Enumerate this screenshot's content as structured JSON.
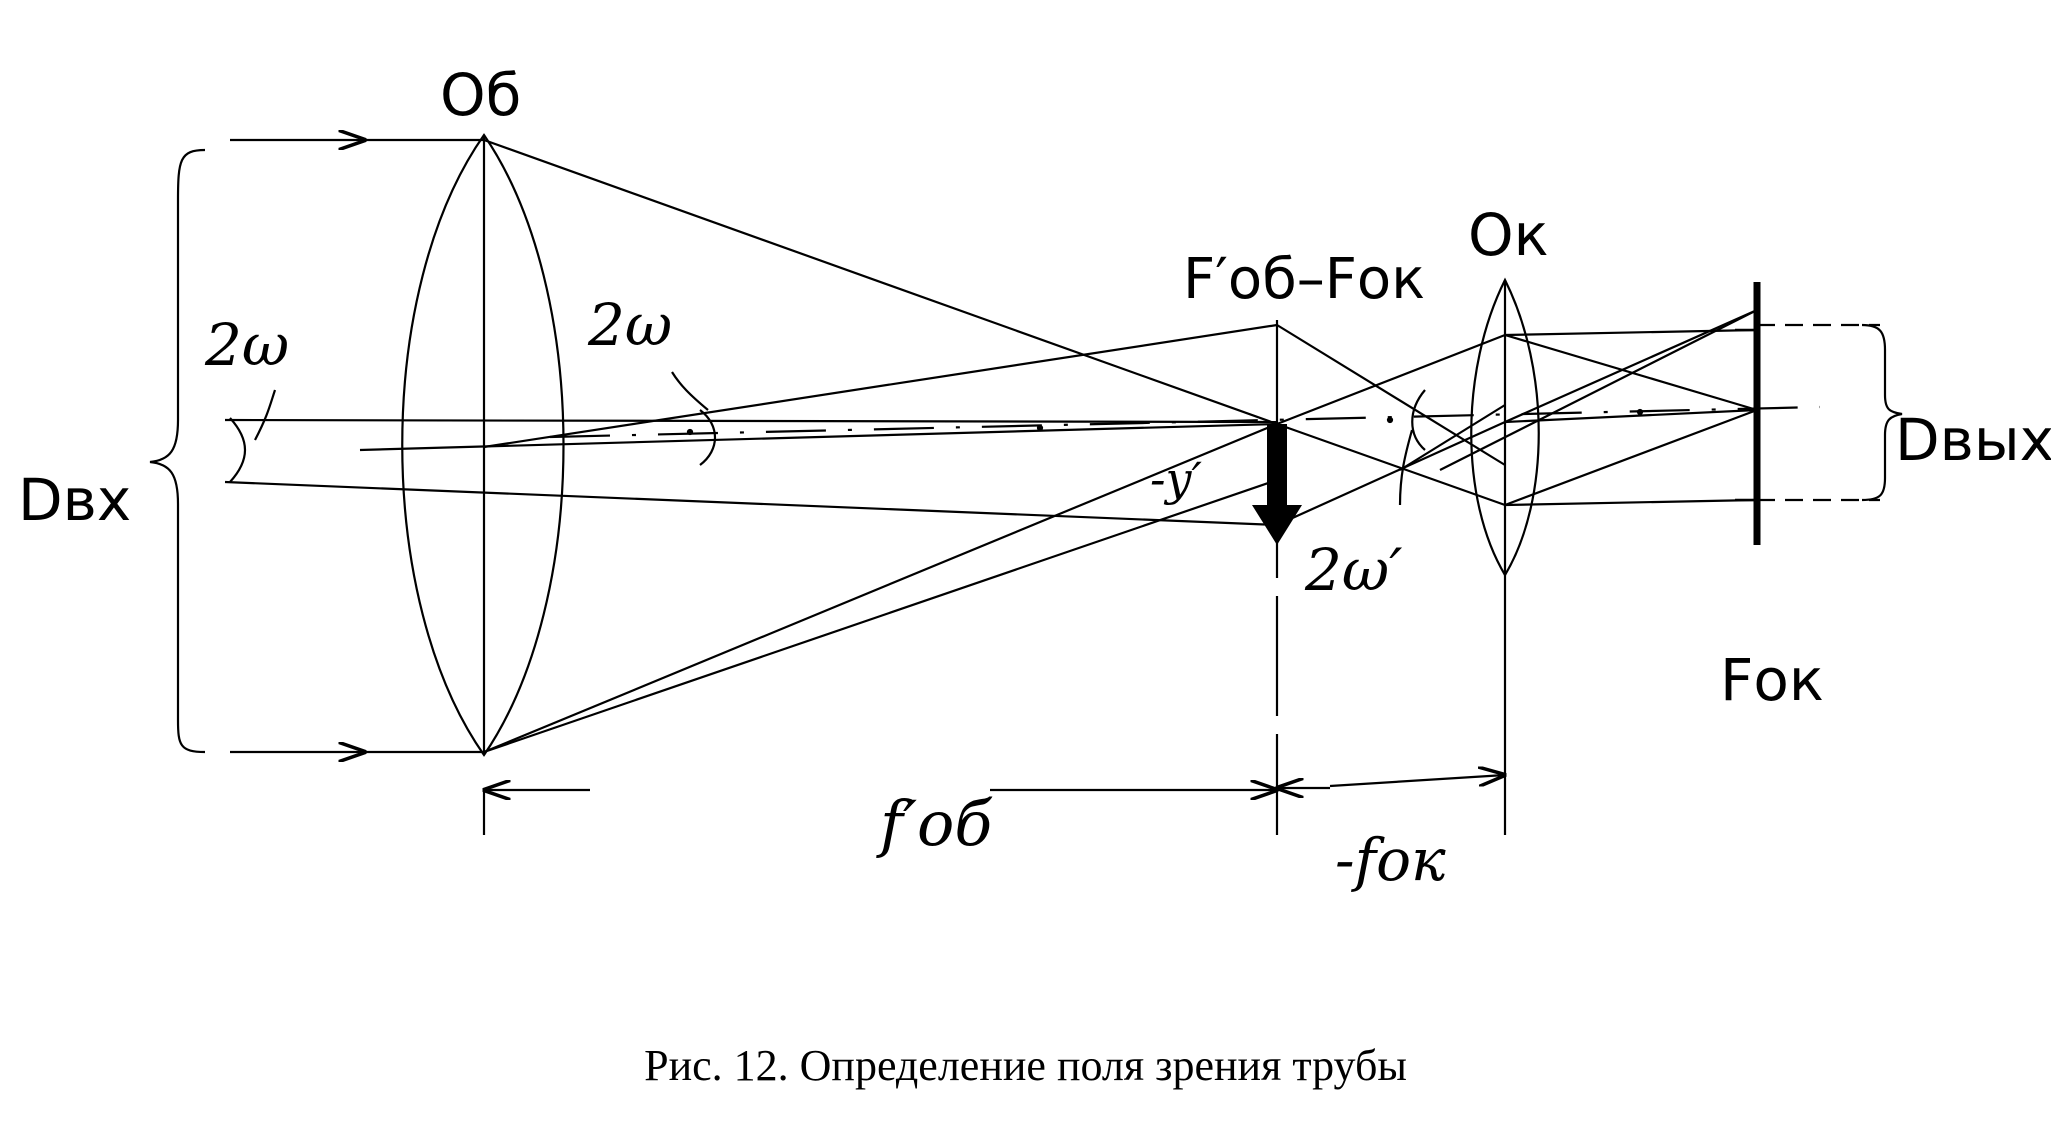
{
  "labels": {
    "objective": "Oб",
    "eyepiece": "Oк",
    "focus_plane": "F′об–Fок",
    "eyepiece_focus": "Fок",
    "entrance_pupil": "Dвх",
    "exit_pupil": "Dвых",
    "field_angle_object": "2ω",
    "field_angle_image_space": "2ω",
    "field_angle_eye": "2ω′",
    "image_size": "-y′",
    "objective_focal_length": "f′об",
    "eyepiece_focal_length": "-fок"
  },
  "caption": "Рис. 12. Определение поля зрения трубы",
  "colors": {
    "ink": "#000000",
    "paper": "#ffffff"
  }
}
